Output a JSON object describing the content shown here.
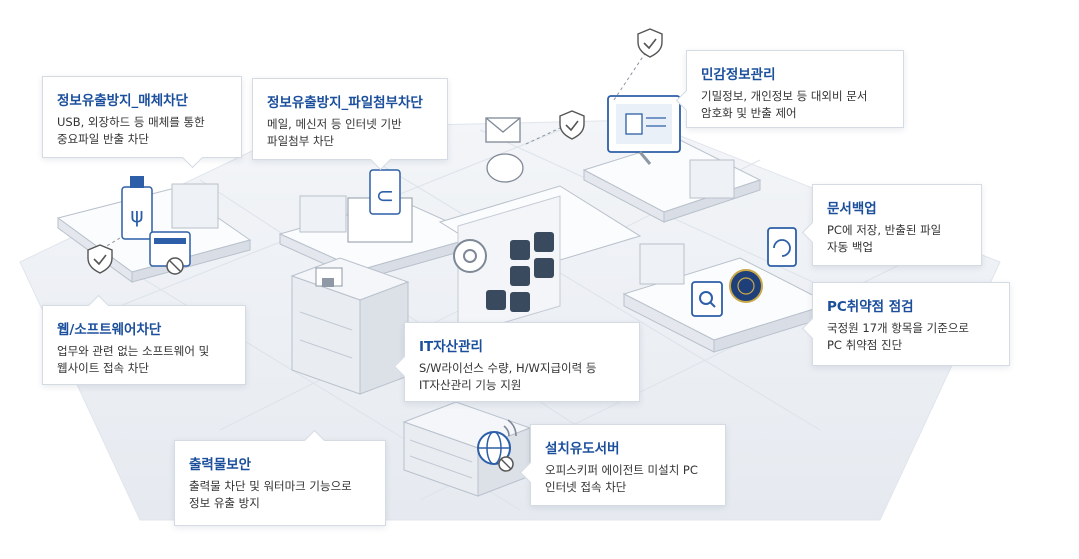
{
  "callouts": {
    "media": {
      "title": "정보유출방지_매체차단",
      "lines": [
        "USB, 외장하드 등 매체를 통한",
        "중요파일 반출 차단"
      ]
    },
    "attach": {
      "title": "정보유출방지_파일첨부차단",
      "lines": [
        "메일, 메신저 등 인터넷 기반",
        "파일첨부 차단"
      ]
    },
    "privacy": {
      "title": "민감정보관리",
      "lines": [
        "기밀정보, 개인정보 등 대외비 문서",
        "암호화 및 반출 제어"
      ]
    },
    "backup": {
      "title": "문서백업",
      "lines": [
        "PC에 저장, 반출된 파일",
        "자동 백업"
      ]
    },
    "vuln": {
      "title": "PC취약점 점검",
      "lines": [
        "국정원 17개 항목을 기준으로",
        "PC 취약점 진단"
      ]
    },
    "web": {
      "title": "웹/소프트웨어차단",
      "lines": [
        "업무와 관련 없는 소프트웨어 및",
        "웹사이트 접속 차단"
      ]
    },
    "asset": {
      "title": "IT자산관리",
      "lines": [
        "S/W라이선스 수량, H/W지급이력 등",
        "IT자산관리 기능 지원"
      ]
    },
    "print": {
      "title": "출력물보안",
      "lines": [
        "출력물 차단 및 워터마크 기능으로",
        "정보 유출 방지"
      ]
    },
    "install": {
      "title": "설치유도서버",
      "lines": [
        "오피스키퍼 에이전트 미설치 PC",
        "인터넷 접속 차단"
      ]
    }
  },
  "colors": {
    "accent": "#1b4f9c",
    "icon_blue": "#2d5fa8",
    "floor": "#eef1f5",
    "line": "#c5ccd6"
  },
  "icons": [
    "usb-icon",
    "shield-check-icon",
    "paperclip-icon",
    "mail-icon",
    "chat-bubble-icon",
    "user-card-icon",
    "refresh-document-icon",
    "search-icon",
    "agency-seal-icon",
    "gear-icon",
    "app-grid-icon",
    "globe-block-icon",
    "lock-icon",
    "block-icon"
  ]
}
